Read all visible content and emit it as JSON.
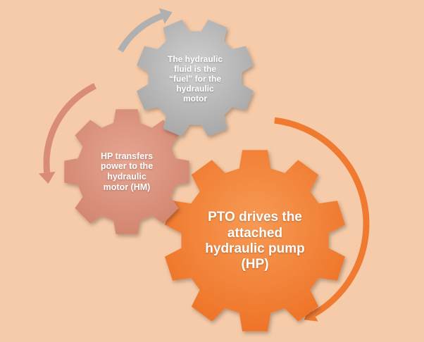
{
  "diagram": {
    "steps": [
      {
        "id": "pto",
        "text": "PTO drives the\nattached\nhydraulic pump\n(HP)",
        "color": "#f07a30",
        "edge": "#d8621c"
      },
      {
        "id": "hp",
        "text": "HP transfers\npower to the\nhydraulic\nmotor (HM)",
        "color": "#d98c76",
        "edge": "#c07260"
      },
      {
        "id": "fluid",
        "text": "The hydraulic\nfluid is the\n“fuel” for the\nhydraulic\nmotor",
        "color": "#b9b9b9",
        "edge": "#9a9a9a"
      }
    ],
    "arrows": [
      {
        "from": "pto",
        "to": "pto",
        "color": "#f07a30"
      },
      {
        "from": "hp",
        "to": "hp",
        "color": "#d98c76"
      },
      {
        "from": "fluid",
        "to": "fluid",
        "color": "#b0b0b0"
      }
    ],
    "background": "#f6cba9"
  }
}
